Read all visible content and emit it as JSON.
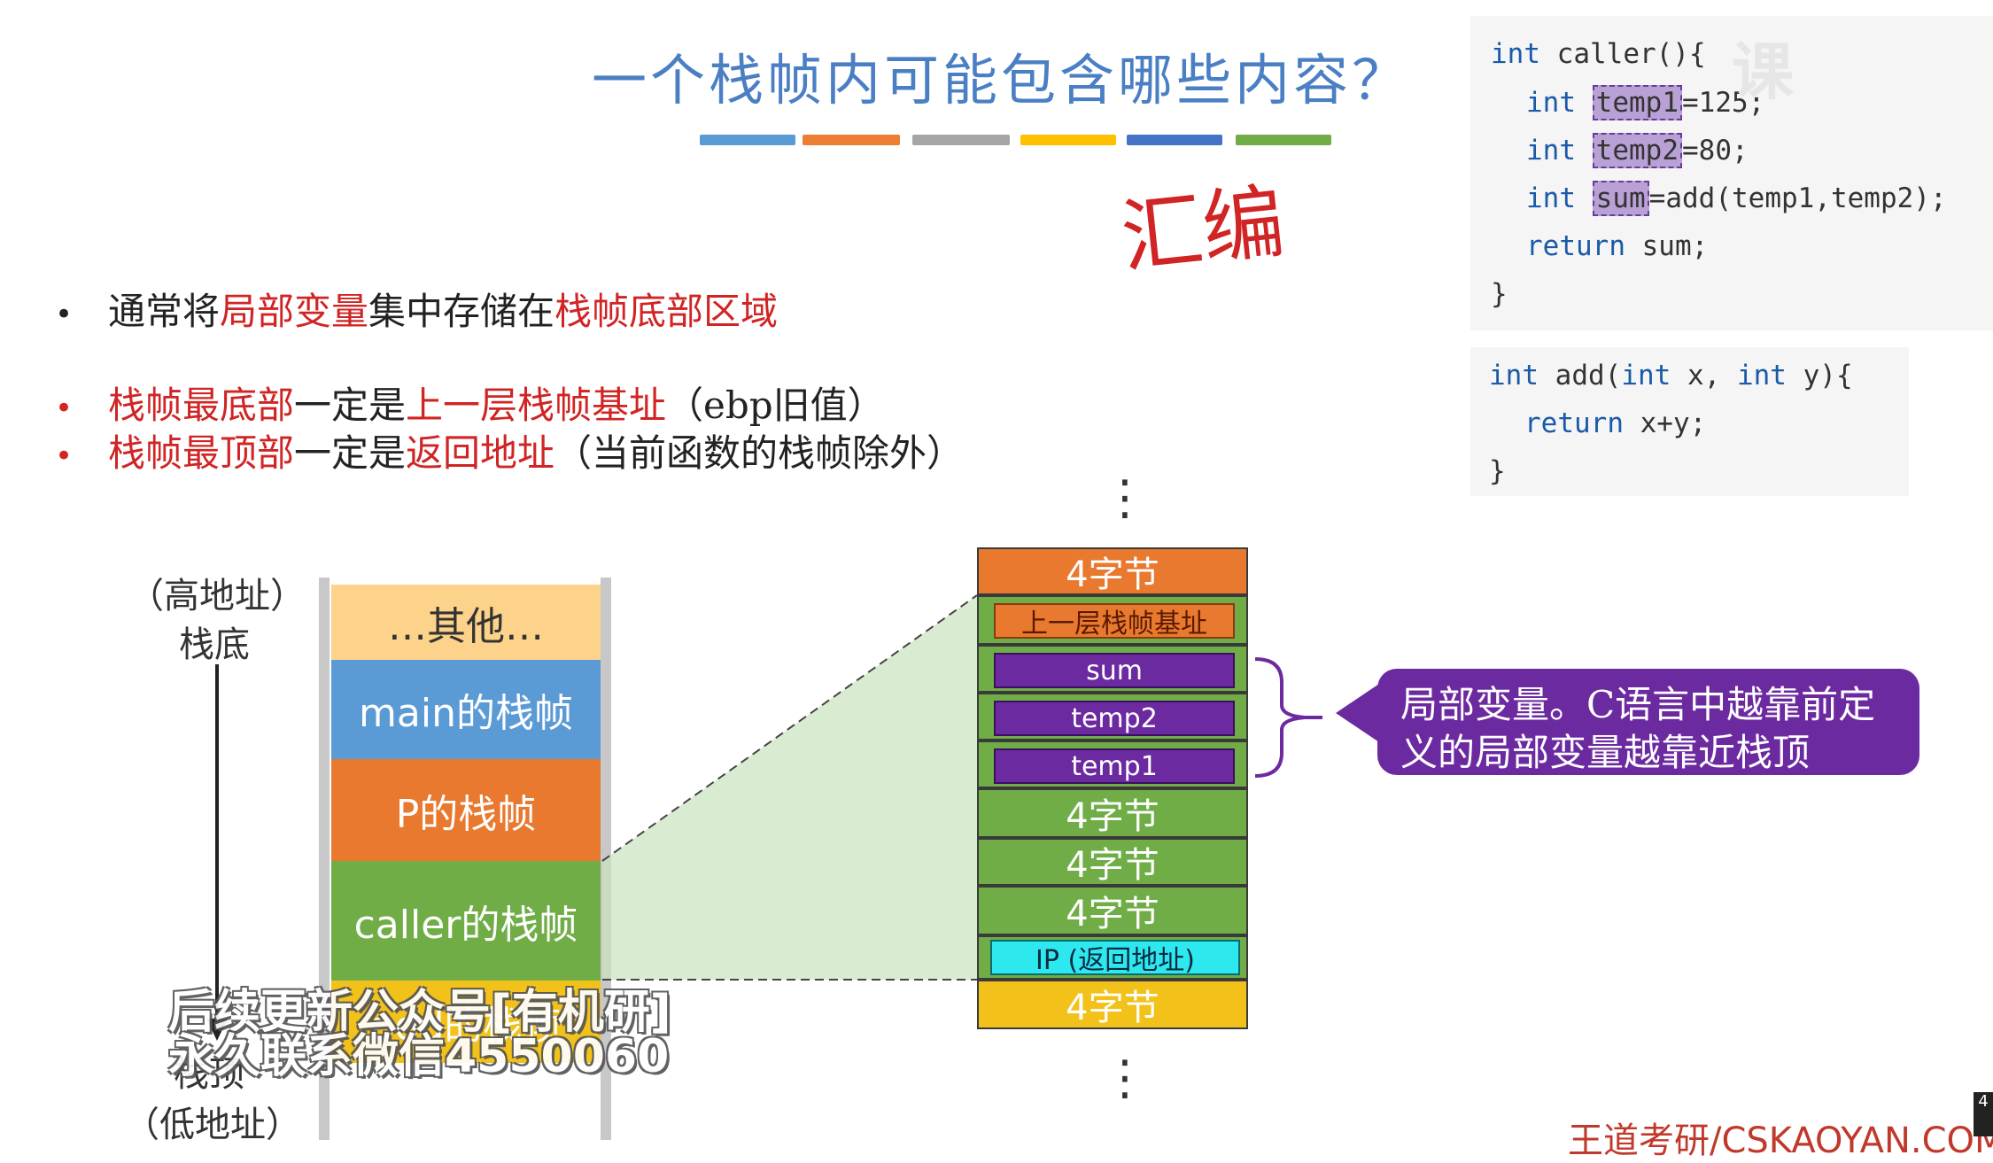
{
  "slide": {
    "title": "一个栈帧内可能包含哪些内容？",
    "handwritten_note": "汇编",
    "title_bar_colors": [
      "#5b9bd5",
      "#ed7d31",
      "#a5a5a5",
      "#ffc000",
      "#4472c4",
      "#70ad47"
    ]
  },
  "bullets": [
    {
      "marker": "•",
      "parts": [
        {
          "text": "通常将",
          "color": "#222222"
        },
        {
          "text": "局部变量",
          "color": "#d12424"
        },
        {
          "text": "集中存储在",
          "color": "#222222"
        },
        {
          "text": "栈帧底部区域",
          "color": "#d12424"
        }
      ]
    },
    {
      "marker": "•",
      "parts": [
        {
          "text": "栈帧最底部",
          "color": "#d12424"
        },
        {
          "text": "一定是",
          "color": "#222222"
        },
        {
          "text": "上一层栈帧基址",
          "color": "#d12424"
        },
        {
          "text": "（ebp旧值）",
          "color": "#222222"
        }
      ]
    },
    {
      "marker": "•",
      "parts": [
        {
          "text": "栈帧最顶部",
          "color": "#d12424"
        },
        {
          "text": "一定是",
          "color": "#222222"
        },
        {
          "text": "返回地址",
          "color": "#d12424"
        },
        {
          "text": "（当前函数的栈帧除外）",
          "color": "#222222"
        }
      ]
    }
  ],
  "code_caller": {
    "line1_kw": "int",
    "line1_rest": " caller(){",
    "line2_kw": "int",
    "line2_var": "temp1",
    "line2_rest": "=125;",
    "line3_kw": "int",
    "line3_var": "temp2",
    "line3_rest": "=80;",
    "line4_kw": "int",
    "line4_var": "sum",
    "line4_rest": "=add(temp1,temp2);",
    "line5_kw": "return",
    "line5_rest": " sum;",
    "line6": "}"
  },
  "code_add": {
    "line1_kw1": "int",
    "line1_mid1": " add(",
    "line1_kw2": "int",
    "line1_mid2": " x, ",
    "line1_kw3": "int",
    "line1_rest": " y){",
    "line2_kw": "return",
    "line2_rest": " x+y;",
    "line3": "}"
  },
  "watermark": "课",
  "stack": {
    "high_label": "（高地址）",
    "bottom_label": "栈底",
    "top_label": "栈顶",
    "low_label": "（低地址）",
    "blocks": [
      {
        "label": "…其他…",
        "color": "#fdd28a",
        "text_color": "#333333"
      },
      {
        "label": "main的栈帧",
        "color": "#5b9bd5",
        "text_color": "#ffffff"
      },
      {
        "label": "P的栈帧",
        "color": "#e8792f",
        "text_color": "#ffffff"
      },
      {
        "label": "caller的栈帧",
        "color": "#70ad47",
        "text_color": "#ffffff"
      },
      {
        "label": "add的栈帧",
        "color": "#f2c21a",
        "text_color": "#ffffff"
      }
    ]
  },
  "frame": {
    "ellipsis": "⋮",
    "cells": [
      {
        "label": "4字节",
        "color": "#e8792f"
      },
      {
        "label": "",
        "color": "#70ad47"
      },
      {
        "label": "",
        "color": "#70ad47"
      },
      {
        "label": "",
        "color": "#70ad47"
      },
      {
        "label": "",
        "color": "#70ad47"
      },
      {
        "label": "4字节",
        "color": "#70ad47"
      },
      {
        "label": "4字节",
        "color": "#70ad47"
      },
      {
        "label": "4字节",
        "color": "#70ad47"
      },
      {
        "label": "",
        "color": "#70ad47"
      },
      {
        "label": "4字节",
        "color": "#f2c21a"
      }
    ],
    "prev_base": "上一层栈帧基址",
    "var_sum": "sum",
    "var_temp2": "temp2",
    "var_temp1": "temp1",
    "ret_addr": "IP (返回地址)"
  },
  "callout": "局部变量。C语言中越靠前定义的局部变量越靠近栈顶",
  "overlay_line1": "后续更新公众号[有机研]",
  "overlay_line2": "永久联系微信4550060",
  "footer": "王道考研/CSKAOYAN.COM",
  "page_number": "4"
}
